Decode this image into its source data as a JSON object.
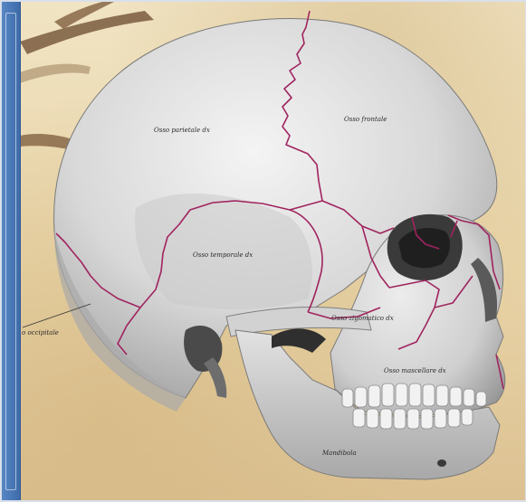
{
  "labels": {
    "parietale": "Osso parietale dx",
    "frontale": "Osso frontale",
    "temporale": "Osso temporale dx",
    "occipitale": "o occipitale",
    "zigomatico": "Osso zigomatico dx",
    "mascellare": "Osso mascellare dx",
    "mandibola": "Mandibola"
  },
  "colors": {
    "suture": "#a0245e",
    "bone_light": "#e6e6e6",
    "bone_shadow": "#9a9a9a",
    "panel": "#4a79b8"
  }
}
